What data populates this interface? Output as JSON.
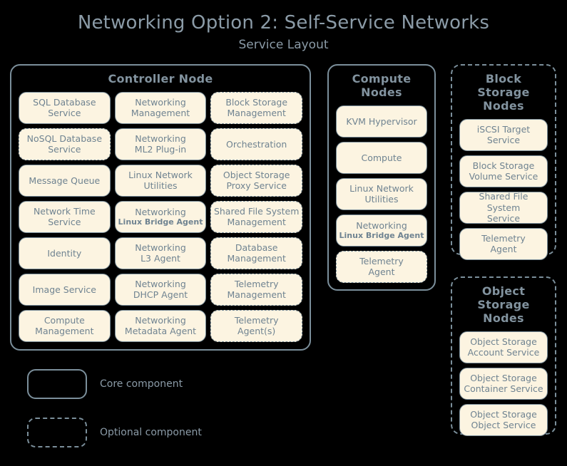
{
  "title": {
    "main": "Networking Option 2: Self-Service Networks",
    "sub": "Service Layout"
  },
  "groups": {
    "controller": {
      "title": "Controller Node",
      "style": "solid",
      "columns": [
        {
          "items": [
            {
              "l1": "SQL Database",
              "l2": "Service",
              "style": "solid"
            },
            {
              "l1": "NoSQL Database",
              "l2": "Service",
              "style": "dashed"
            },
            {
              "l1": "Message Queue",
              "l2": "",
              "style": "solid"
            },
            {
              "l1": "Network Time",
              "l2": "Service",
              "style": "solid"
            },
            {
              "l1": "Identity",
              "l2": "",
              "style": "solid"
            },
            {
              "l1": "Image Service",
              "l2": "",
              "style": "solid"
            },
            {
              "l1": "Compute",
              "l2": "Management",
              "style": "solid"
            }
          ]
        },
        {
          "items": [
            {
              "l1": "Networking",
              "l2": "Management",
              "style": "solid"
            },
            {
              "l1": "Networking",
              "l2": "ML2 Plug-in",
              "style": "solid"
            },
            {
              "l1": "Linux Network",
              "l2": "Utilities",
              "style": "solid"
            },
            {
              "l1": "Networking",
              "l2": "Linux Bridge Agent",
              "style": "solid",
              "small2": true
            },
            {
              "l1": "Networking",
              "l2": "L3 Agent",
              "style": "solid"
            },
            {
              "l1": "Networking",
              "l2": "DHCP Agent",
              "style": "solid"
            },
            {
              "l1": "Networking",
              "l2": "Metadata Agent",
              "style": "solid"
            }
          ]
        },
        {
          "items": [
            {
              "l1": "Block Storage",
              "l2": "Management",
              "style": "dashed"
            },
            {
              "l1": "Orchestration",
              "l2": "",
              "style": "dashed"
            },
            {
              "l1": "Object Storage",
              "l2": "Proxy Service",
              "style": "dashed"
            },
            {
              "l1": "Shared File System",
              "l2": "Management",
              "style": "dashed"
            },
            {
              "l1": "Database",
              "l2": "Management",
              "style": "dashed"
            },
            {
              "l1": "Telemetry",
              "l2": "Management",
              "style": "dashed"
            },
            {
              "l1": "Telemetry",
              "l2": "Agent(s)",
              "style": "dashed"
            }
          ]
        }
      ]
    },
    "compute": {
      "title": "Compute\nNodes",
      "title_lines": [
        "Compute",
        "Nodes"
      ],
      "style": "solid",
      "items": [
        {
          "l1": "KVM Hypervisor",
          "l2": "",
          "style": "solid"
        },
        {
          "l1": "Compute",
          "l2": "",
          "style": "solid"
        },
        {
          "l1": "Linux Network",
          "l2": "Utilities",
          "style": "solid"
        },
        {
          "l1": "Networking",
          "l2": "Linux Bridge Agent",
          "style": "solid",
          "small2": true
        },
        {
          "l1": "Telemetry",
          "l2": "Agent",
          "style": "dashed"
        }
      ]
    },
    "block_storage": {
      "title_lines": [
        "Block Storage",
        "Nodes"
      ],
      "style": "dashed",
      "items": [
        {
          "l1": "iSCSI Target",
          "l2": "Service",
          "style": "solid"
        },
        {
          "l1": "Block Storage",
          "l2": "Volume Service",
          "style": "solid"
        },
        {
          "l1": "Shared File System",
          "l2": "Service",
          "style": "solid"
        },
        {
          "l1": "Telemetry",
          "l2": "Agent",
          "style": "solid"
        }
      ]
    },
    "object_storage": {
      "title_lines": [
        "Object",
        "Storage Nodes"
      ],
      "style": "dashed",
      "items": [
        {
          "l1": "Object Storage",
          "l2": "Account Service",
          "style": "solid"
        },
        {
          "l1": "Object Storage",
          "l2": "Container Service",
          "style": "solid"
        },
        {
          "l1": "Object Storage",
          "l2": "Object Service",
          "style": "solid"
        }
      ]
    }
  },
  "legend": {
    "items": [
      {
        "label": "Core component",
        "style": "solid"
      },
      {
        "label": "Optional component",
        "style": "dashed"
      }
    ]
  },
  "colors": {
    "background": "#000000",
    "box_fill": "#fcf4e1",
    "stroke": "#7b8f9b",
    "text": "#8b9ba7"
  }
}
